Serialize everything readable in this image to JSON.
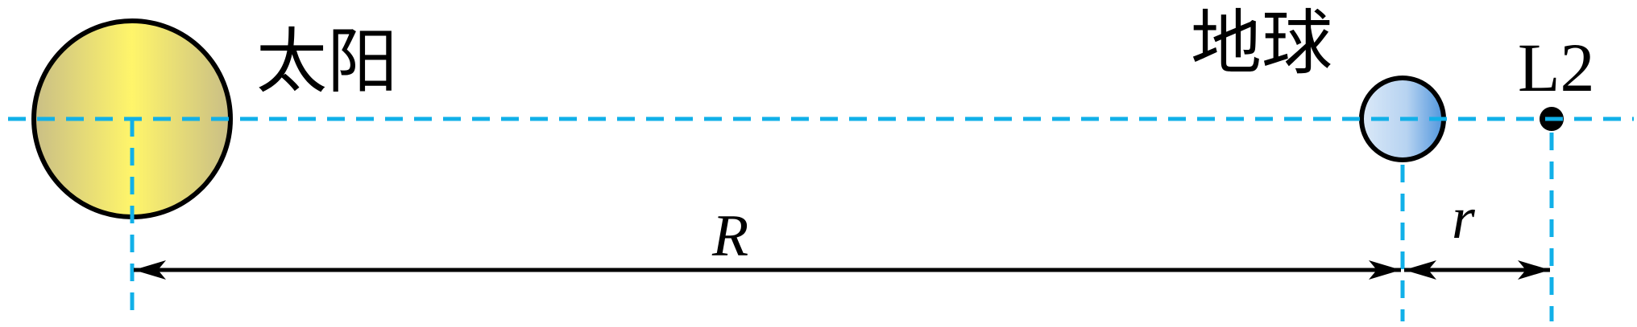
{
  "labels": {
    "sun": "太阳",
    "earth": "地球",
    "l2": "L2",
    "big_distance": "R",
    "small_distance": "r"
  },
  "colors": {
    "guide_line": "#11b0e8",
    "sun_center": "#fff56a",
    "sun_edge": "#c9be86",
    "earth_light": "#dbe9f8",
    "earth_dark": "#4f95dc",
    "outline": "#000000"
  }
}
